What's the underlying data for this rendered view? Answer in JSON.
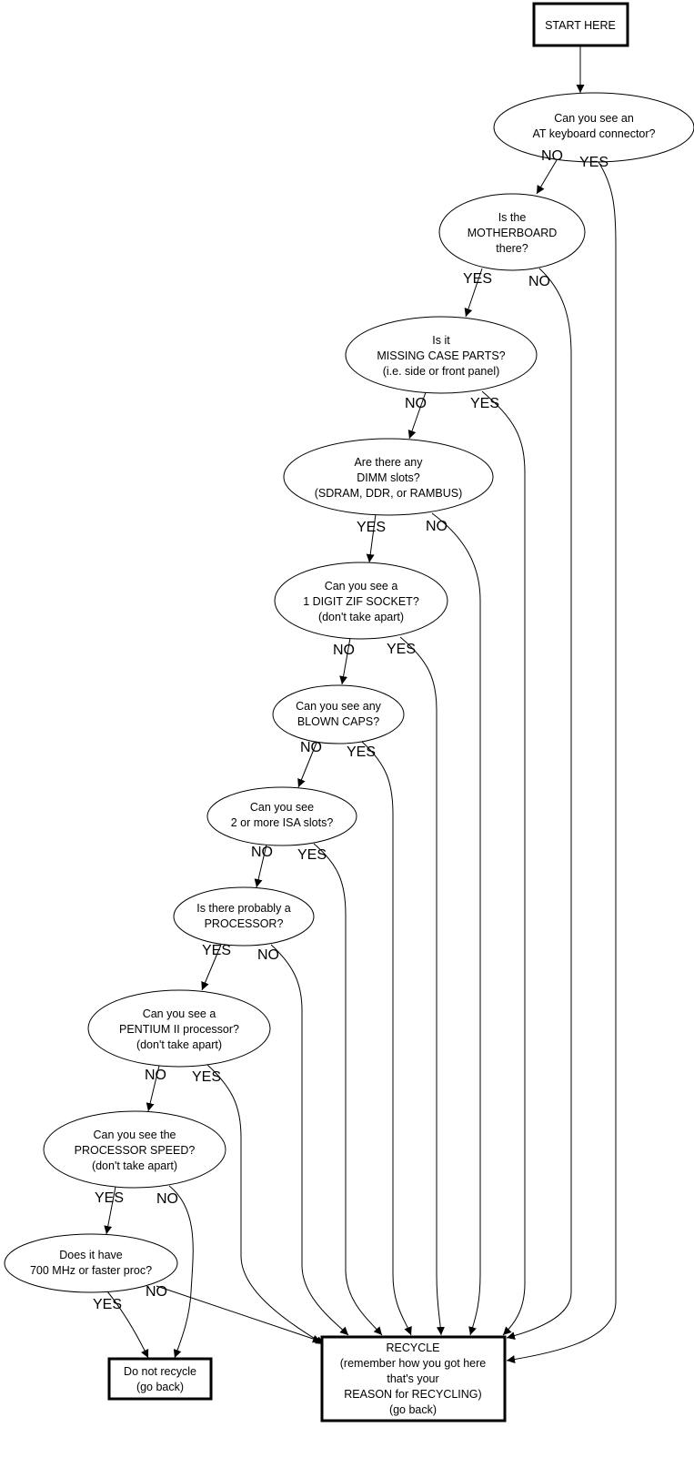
{
  "title": "Computer recycling flowchart",
  "nodes": {
    "start": [
      "START HERE"
    ],
    "q1": [
      "Can you see an",
      "AT keyboard connector?"
    ],
    "q2": [
      "Is the",
      "MOTHERBOARD",
      "there?"
    ],
    "q3": [
      "Is it",
      "MISSING CASE PARTS?",
      "(i.e. side or front panel)"
    ],
    "q4": [
      "Are there any",
      "DIMM slots?",
      "(SDRAM, DDR, or RAMBUS)"
    ],
    "q5": [
      "Can you see a",
      "1 DIGIT ZIF SOCKET?",
      "(don't take apart)"
    ],
    "q6": [
      "Can you see any",
      "BLOWN CAPS?"
    ],
    "q7": [
      "Can you see",
      "2 or more ISA slots?"
    ],
    "q8": [
      "Is there probably a",
      "PROCESSOR?"
    ],
    "q9": [
      "Can you see a",
      "PENTIUM II processor?",
      "(don't take apart)"
    ],
    "q10": [
      "Can you see the",
      "PROCESSOR SPEED?",
      "(don't take apart)"
    ],
    "q11": [
      "Does it have",
      "700 MHz or faster proc?"
    ],
    "keep": [
      "Do not recycle",
      "(go back)"
    ],
    "recycle": [
      "RECYCLE",
      "(remember how you got here",
      "that's your",
      "REASON for RECYCLING)",
      "(go back)"
    ]
  },
  "edge_labels": {
    "q1_no": "NO",
    "q1_yes": "YES",
    "q2_yes": "YES",
    "q2_no": "NO",
    "q3_no": "NO",
    "q3_yes": "YES",
    "q4_yes": "YES",
    "q4_no": "NO",
    "q5_no": "NO",
    "q5_yes": "YES",
    "q6_no": "NO",
    "q6_yes": "YES",
    "q7_no": "NO",
    "q7_yes": "YES",
    "q8_yes": "YES",
    "q8_no": "NO",
    "q9_no": "NO",
    "q9_yes": "YES",
    "q10_yes": "YES",
    "q10_no": "NO",
    "q11_yes": "YES",
    "q11_no": "NO"
  }
}
